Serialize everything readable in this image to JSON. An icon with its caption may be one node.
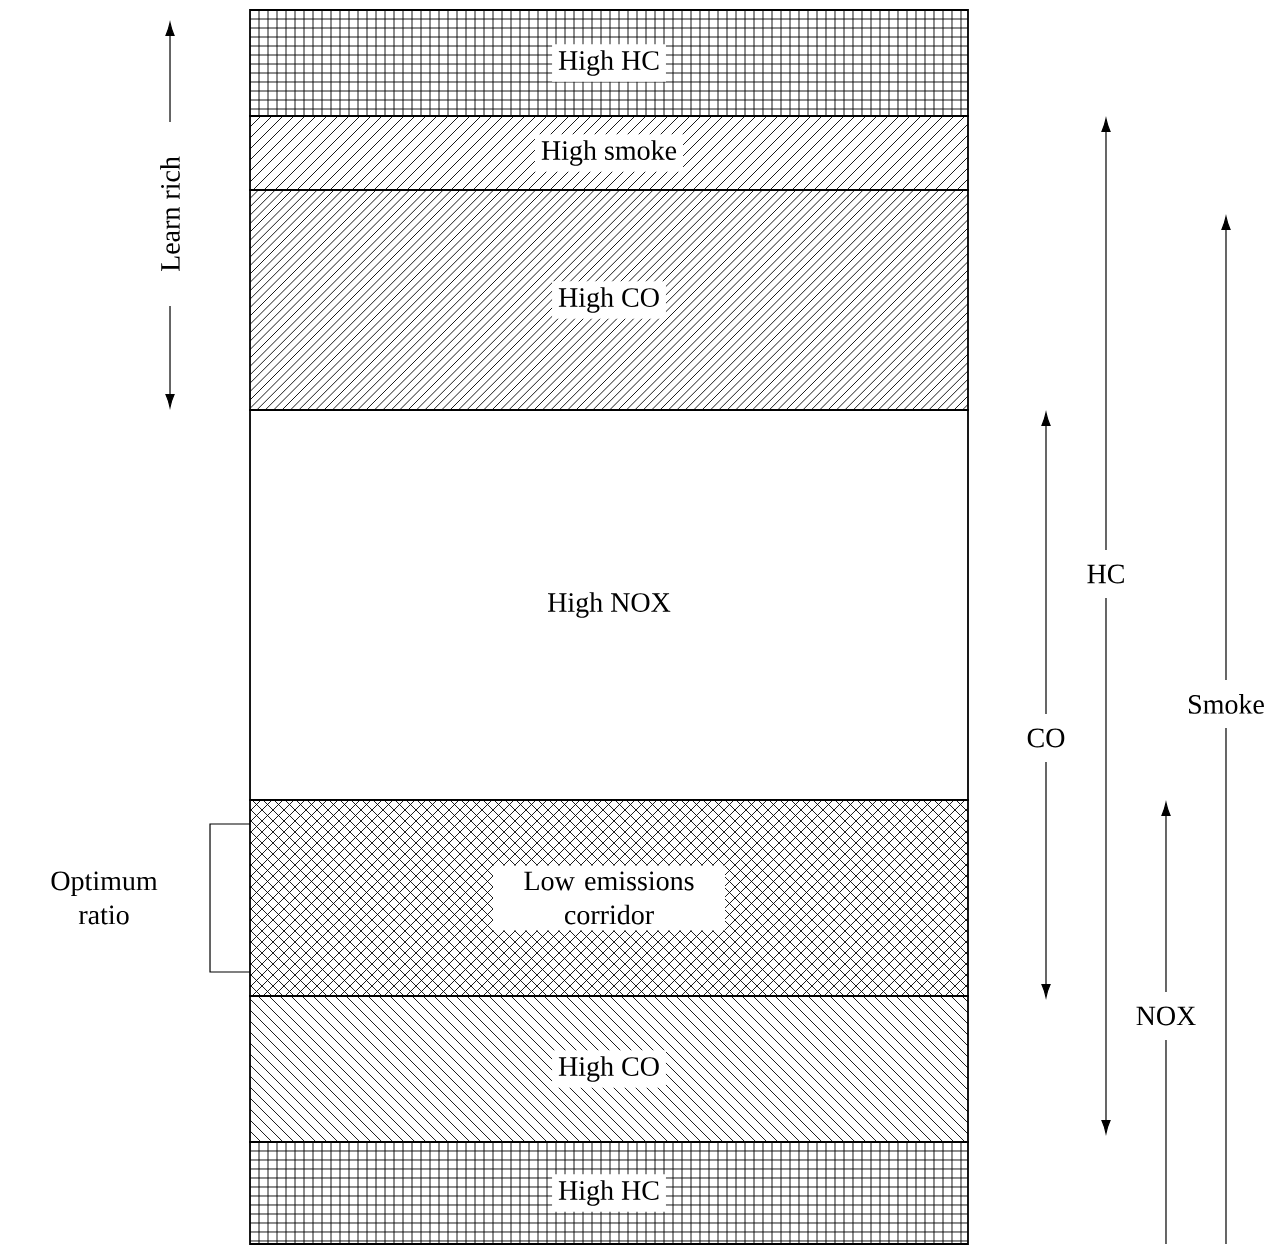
{
  "diagram": {
    "nodes": [
      {
        "text": [
          "High HC"
        ]
      },
      {
        "text": [
          "High smoke"
        ]
      },
      {
        "text": [
          "High CO"
        ]
      },
      {
        "text": [
          "High NOX"
        ]
      },
      {
        "text": [
          "Low emissions corridor"
        ]
      },
      {
        "text": [
          "High CO"
        ]
      },
      {
        "text": [
          "High HC"
        ]
      }
    ],
    "edges": [],
    "labels": [
      "Learn rich",
      "HC",
      "Smoke",
      "CO",
      "Optimum ratio",
      "NOX"
    ]
  }
}
